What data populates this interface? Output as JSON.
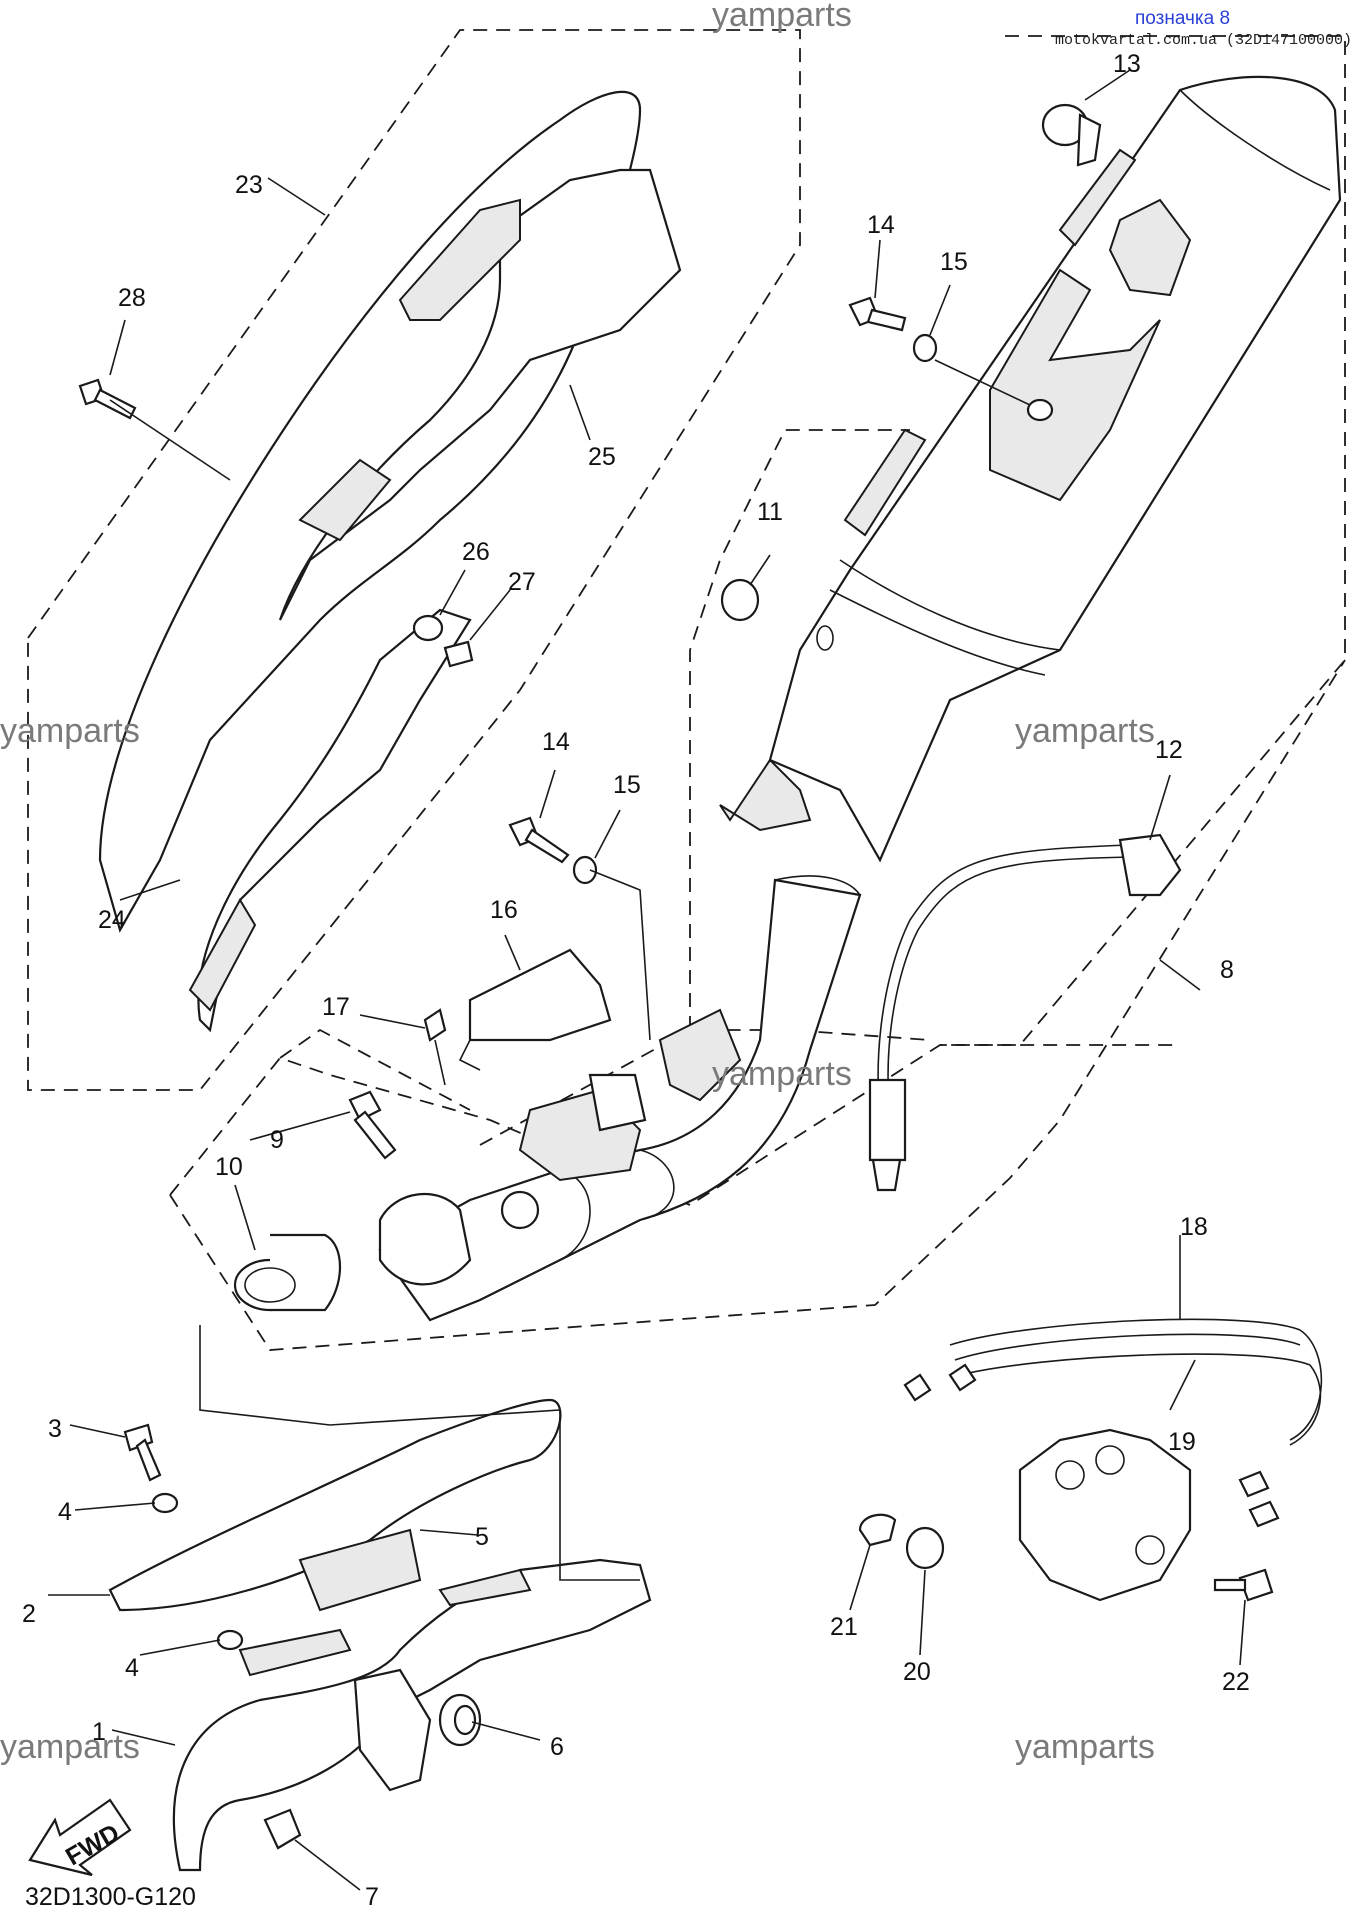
{
  "header": {
    "tag": "позначка 8",
    "site": "motokvartal.com.ua (32D147100000)"
  },
  "watermarks": [
    "yamparts",
    "yamparts",
    "yamparts",
    "yamparts",
    "yamparts",
    "yamparts"
  ],
  "diagram_code": "32D1300-G120",
  "fwd_label": "FWD",
  "callouts": [
    "1",
    "2",
    "3",
    "4",
    "4",
    "5",
    "6",
    "7",
    "8",
    "9",
    "10",
    "11",
    "12",
    "13",
    "14",
    "14",
    "15",
    "15",
    "16",
    "17",
    "18",
    "19",
    "20",
    "21",
    "22",
    "23",
    "24",
    "25",
    "26",
    "27",
    "28"
  ]
}
